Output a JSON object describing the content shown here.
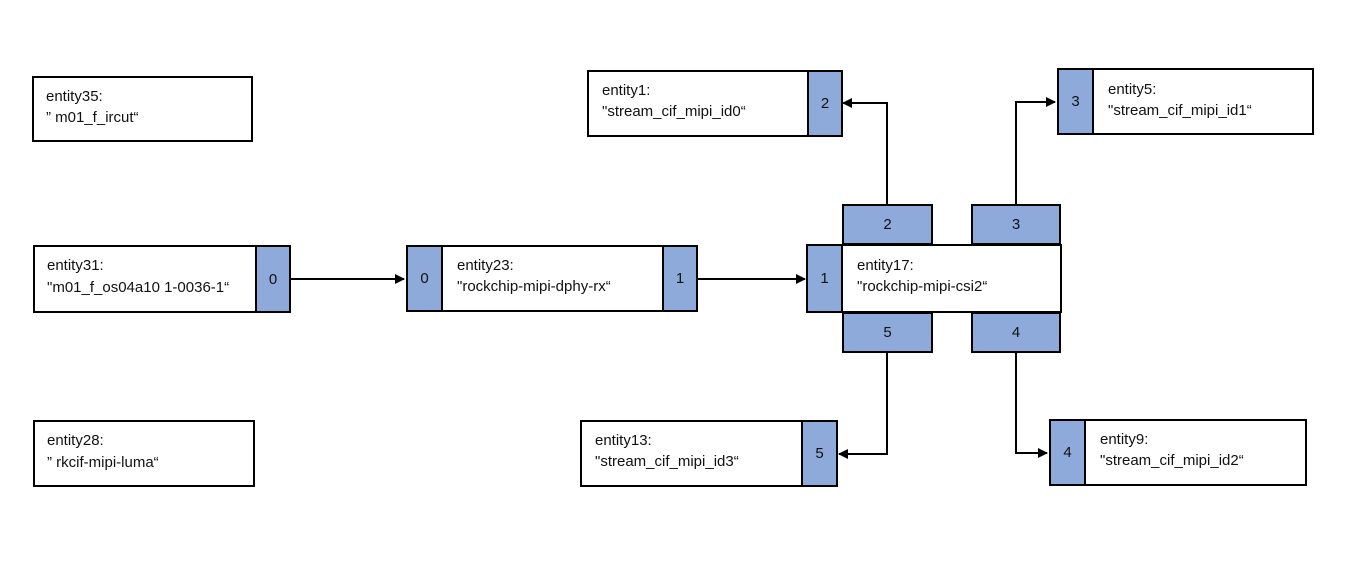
{
  "entities": {
    "e35": {
      "id": "entity35:",
      "name": "” m01_f_ircut“"
    },
    "e31": {
      "id": "entity31:",
      "name": "\"m01_f_os04a10 1-0036-1“"
    },
    "e28": {
      "id": "entity28:",
      "name": "” rkcif-mipi-luma“"
    },
    "e23": {
      "id": "entity23:",
      "name": "\"rockchip-mipi-dphy-rx“"
    },
    "e17": {
      "id": "entity17:",
      "name": "\"rockchip-mipi-csi2“"
    },
    "e1": {
      "id": "entity1:",
      "name": "\"stream_cif_mipi_id0“"
    },
    "e5": {
      "id": "entity5:",
      "name": "\"stream_cif_mipi_id1“"
    },
    "e13": {
      "id": "entity13:",
      "name": "\"stream_cif_mipi_id3“"
    },
    "e9": {
      "id": "entity9:",
      "name": "\"stream_cif_mipi_id2“"
    }
  },
  "pads": {
    "e31_0": "0",
    "e23_0": "0",
    "e23_1": "1",
    "e17_1": "1",
    "e17_2": "2",
    "e17_3": "3",
    "e17_5": "5",
    "e17_4": "4",
    "e1_2": "2",
    "e5_3": "3",
    "e13_5": "5",
    "e9_4": "4"
  },
  "colors": {
    "pad_fill": "#8eaadb",
    "border": "#000000",
    "background": "#ffffff"
  }
}
